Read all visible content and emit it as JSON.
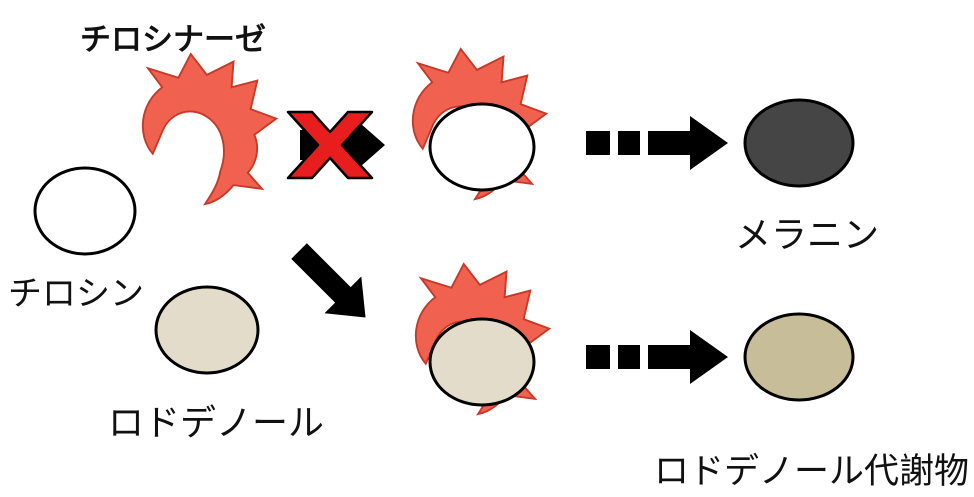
{
  "labels": {
    "enzyme": "チロシナーゼ",
    "tyrosine": "チロシン",
    "rhododendrol": "ロドデノール",
    "melanin": "メラニン",
    "rhododendrol_metabolite": "ロドデノール代謝物"
  },
  "colors": {
    "enzyme_fill": "#f0624f",
    "enzyme_outline": "#c83a28",
    "tyrosine_fill": "#ffffff",
    "rhododendrol_fill": "#e3dccb",
    "melanin_fill": "#454545",
    "metabolite_fill": "#c8bd99",
    "arrow": "#000000",
    "blocked_mark": "#e81d1d"
  }
}
